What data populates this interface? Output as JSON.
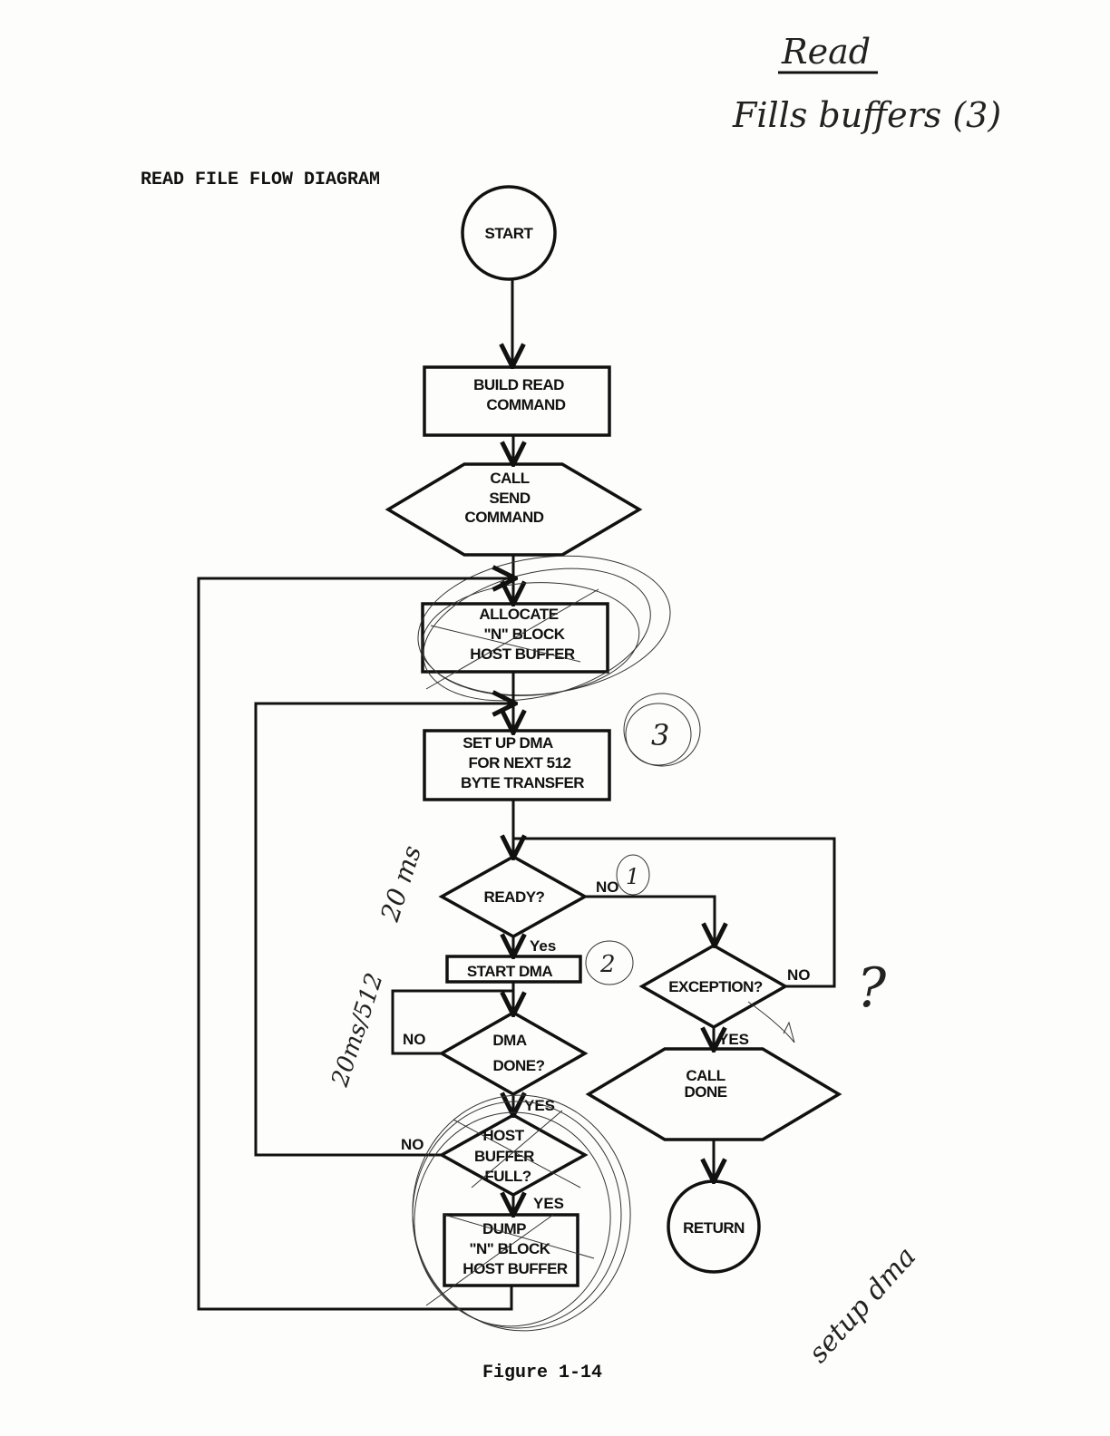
{
  "title": "READ FILE FLOW DIAGRAM",
  "caption": "Figure 1-14",
  "handwritten": {
    "heading": "Read",
    "note": "Fills buffers (3)",
    "timing_ready": "20 ms",
    "timing_dma": "20ms/512",
    "setup_dma": "setup dma",
    "question_mark": "?",
    "circle_1": "1",
    "circle_2": "2",
    "circle_3": "3"
  },
  "nodes": {
    "start": {
      "lines": [
        "START"
      ]
    },
    "build_read": {
      "lines": [
        "BUILD READ",
        "COMMAND"
      ]
    },
    "call_send": {
      "lines": [
        "CALL",
        "SEND",
        "COMMAND"
      ]
    },
    "allocate": {
      "lines": [
        "ALLOCATE",
        "\"N\" BLOCK",
        "HOST BUFFER"
      ]
    },
    "setup_dma": {
      "lines": [
        "SET UP DMA",
        "FOR NEXT 512",
        "BYTE TRANSFER"
      ]
    },
    "ready": {
      "lines": [
        "READY?"
      ]
    },
    "start_dma": {
      "lines": [
        "START DMA"
      ]
    },
    "dma_done": {
      "lines": [
        "DMA",
        "DONE?"
      ]
    },
    "host_full": {
      "lines": [
        "HOST",
        "BUFFER",
        "FULL?"
      ]
    },
    "dump": {
      "lines": [
        "DUMP",
        "\"N\" BLOCK",
        "HOST BUFFER"
      ]
    },
    "exception": {
      "lines": [
        "EXCEPTION?"
      ]
    },
    "call_done": {
      "lines": [
        "CALL",
        "DONE"
      ]
    },
    "return": {
      "lines": [
        "RETURN"
      ]
    }
  },
  "edge_labels": {
    "ready_no": "NO",
    "ready_yes": "Yes",
    "dma_no": "NO",
    "dma_yes": "YES",
    "full_no": "NO",
    "full_yes": "YES",
    "exception_no": "NO",
    "exception_yes": "YES"
  }
}
